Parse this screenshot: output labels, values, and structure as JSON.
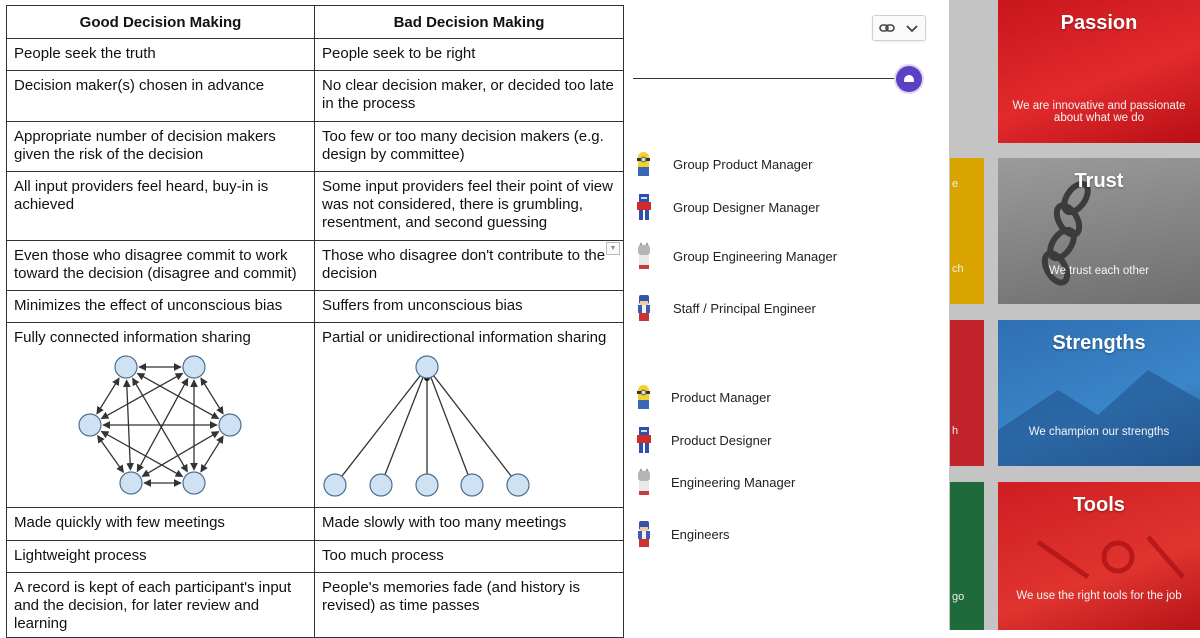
{
  "decision_table": {
    "headers": {
      "good": "Good Decision Making",
      "bad": "Bad Decision Making"
    },
    "rows": [
      {
        "good": "People seek the truth",
        "bad": "People seek to be right"
      },
      {
        "good": "Decision maker(s) chosen in advance",
        "bad": "No clear decision maker, or decided too late in the process"
      },
      {
        "good": "Appropriate number of decision makers given the risk of the decision",
        "bad": "Too few or too many decision makers (e.g. design by committee)"
      },
      {
        "good": "All input providers feel heard, buy-in is achieved",
        "bad": "Some input providers feel their point of view was not considered, there is grumbling, resentment, and second guessing"
      },
      {
        "good": "Even those who disagree commit to work toward the decision (disagree and commit)",
        "bad": "Those who disagree don't contribute to the decision"
      },
      {
        "good": "Minimizes the effect of unconscious bias",
        "bad": "Suffers from unconscious bias"
      },
      {
        "good": "Fully connected information sharing",
        "bad": "Partial or unidirectional information sharing"
      },
      {
        "good": "Made quickly with few meetings",
        "bad": "Made slowly with too many meetings"
      },
      {
        "good": "Lightweight process",
        "bad": "Too much process"
      },
      {
        "good": "A record is kept of each participant's input and the decision, for later review and learning",
        "bad": "People's memories fade (and history is revised) as time passes"
      }
    ]
  },
  "role_panel": {
    "toolbar_icons": [
      "link-icon",
      "chevron-down-icon"
    ],
    "roles": [
      {
        "label": "Group Product Manager",
        "icon": "minion-figure-icon"
      },
      {
        "label": "Group Designer Manager",
        "icon": "robot-figure-icon"
      },
      {
        "label": "Group Engineering Manager",
        "icon": "cat-figure-icon"
      },
      {
        "label": "Staff / Principal Engineer",
        "icon": "captain-figure-icon"
      },
      {
        "label": "Product Manager",
        "icon": "minion-figure-icon"
      },
      {
        "label": "Product Designer",
        "icon": "robot-figure-icon"
      },
      {
        "label": "Engineering Manager",
        "icon": "cat-figure-icon"
      },
      {
        "label": "Engineers",
        "icon": "captain-figure-icon"
      }
    ]
  },
  "values_board": {
    "edge_fragments": [
      "e",
      "ch",
      "h",
      "go"
    ],
    "cards": [
      {
        "title": "Passion",
        "subtitle": "We are innovative and passionate about what we do",
        "color": "#d41f24"
      },
      {
        "title": "Trust",
        "subtitle": "We trust each other",
        "color": "#8a8a8a"
      },
      {
        "title": "Strengths",
        "subtitle": "We champion our strengths",
        "color": "#3479bd"
      },
      {
        "title": "Tools",
        "subtitle": "We use the right tools for the job",
        "color": "#d62728"
      }
    ]
  }
}
